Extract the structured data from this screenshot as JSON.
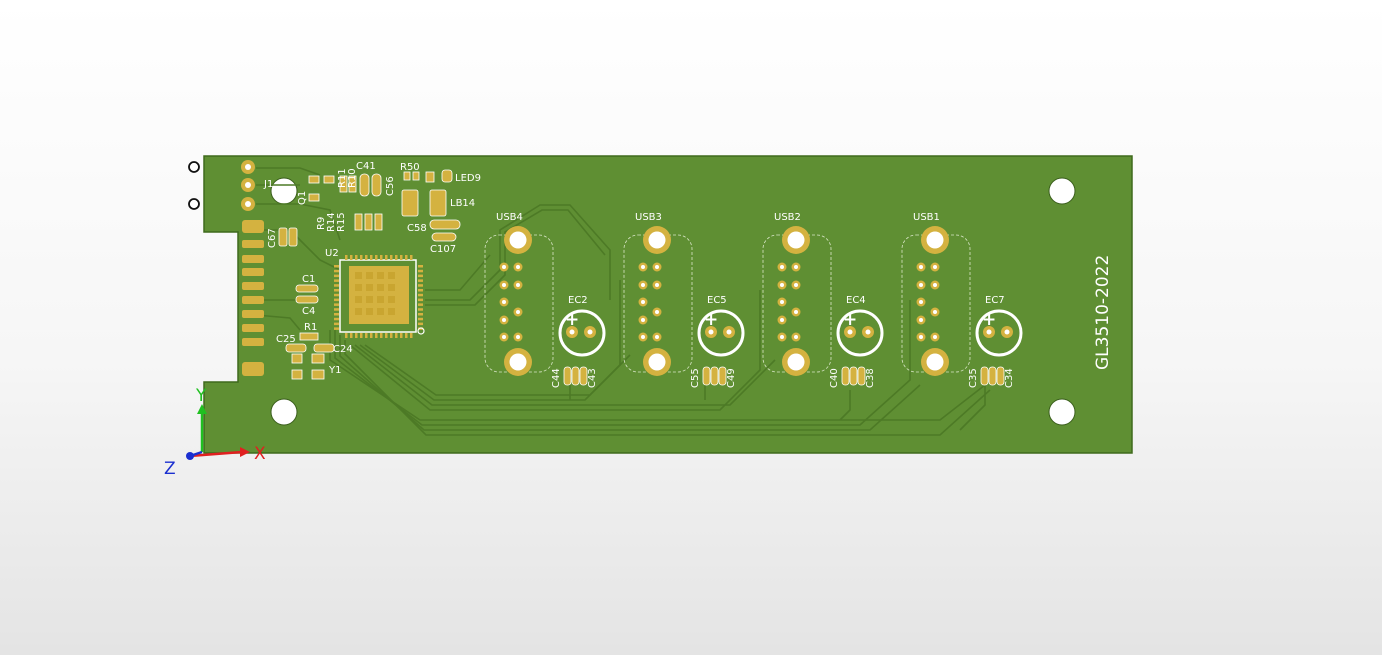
{
  "board": {
    "title": "GL3510-2022",
    "colors": {
      "board": "#5f8f33",
      "board_edge": "#3f6a1c",
      "trace": "#4d7a26",
      "copper": "#d4b240",
      "silk": "#ffffff",
      "drill": "#ffffff"
    }
  },
  "ports": [
    {
      "label": "USB4",
      "cap": "EC2",
      "c_left": "C44",
      "c_right": "C43"
    },
    {
      "label": "USB3",
      "cap": "EC5",
      "c_left": "C55",
      "c_right": "C49"
    },
    {
      "label": "USB2",
      "cap": "EC4",
      "c_left": "C40",
      "c_right": "C38"
    },
    {
      "label": "USB1",
      "cap": "EC7",
      "c_left": "C35",
      "c_right": "C34"
    }
  ],
  "components": {
    "j1": "J1",
    "q1": "Q1",
    "c67": "C67",
    "c41": "C41",
    "r50": "R50",
    "led9": "LED9",
    "r11": "R11",
    "r10": "R10",
    "c56": "C56",
    "r9": "R9",
    "r14": "R14",
    "r15": "R15",
    "lb14": "LB14",
    "c58": "C58",
    "c107": "C107",
    "u2": "U2",
    "c1": "C1",
    "c4": "C4",
    "r1": "R1",
    "c25": "C25",
    "c24": "C24",
    "y1": "Y1",
    "plus": "+"
  },
  "axes": {
    "x": "X",
    "y": "Y",
    "z": "Z",
    "x_color": "#e02020",
    "y_color": "#20c020",
    "z_color": "#1a2fd0"
  }
}
